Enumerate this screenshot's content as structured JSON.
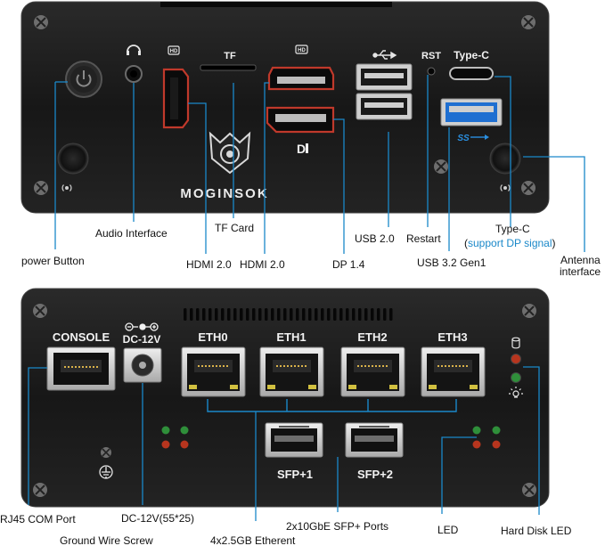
{
  "top_panel": {
    "brand": "MOGINSOK",
    "port_labels": {
      "tf": "TF",
      "rst": "RST",
      "typec": "Type-C"
    },
    "callouts": {
      "audio": "Audio Interface",
      "power": "power Button",
      "tf_card": "TF Card",
      "hdmi_a": "HDMI 2.0",
      "hdmi_b": "HDMI  2.0",
      "dp": "DP 1.4",
      "usb2": "USB 2.0",
      "restart": "Restart",
      "usb3": "USB 3.2 Gen1",
      "typec_title": "Type-C",
      "typec_paren_open": "(",
      "typec_note": "support DP signal",
      "typec_paren_close": ")",
      "antenna_1": "Antenna",
      "antenna_2": "interface"
    }
  },
  "bottom_panel": {
    "port_labels": {
      "console": "CONSOLE",
      "dc": "DC-12V",
      "eth0": "ETH0",
      "eth1": "ETH1",
      "eth2": "ETH2",
      "eth3": "ETH3",
      "sfp1": "SFP+1",
      "sfp2": "SFP+2"
    },
    "callouts": {
      "rj45": "RJ45 COM Port",
      "dc_spec": "DC-12V(55*25)",
      "sfp_ports": "2x10GbE SFP+ Ports",
      "led": "LED",
      "hdd_led": "Hard Disk LED",
      "ground": "Ground Wire Screw",
      "ethernet": "4x2.5GB Etherent"
    }
  },
  "colors": {
    "panel": "#1b1b1b",
    "callout_line": "#1a88c9",
    "accent_blue": "#1a88c9",
    "usb3_blue": "#1f6fd1",
    "led_green": "#2f8f3a",
    "led_red": "#b7351e",
    "metal": "#c9c9c9"
  },
  "icons": [
    "power-icon",
    "headphone-icon",
    "hd-icon",
    "usb-icon",
    "displayport-icon",
    "wifi-icon",
    "screw-icon",
    "ground-icon",
    "hard-disk-icon",
    "light-icon"
  ]
}
